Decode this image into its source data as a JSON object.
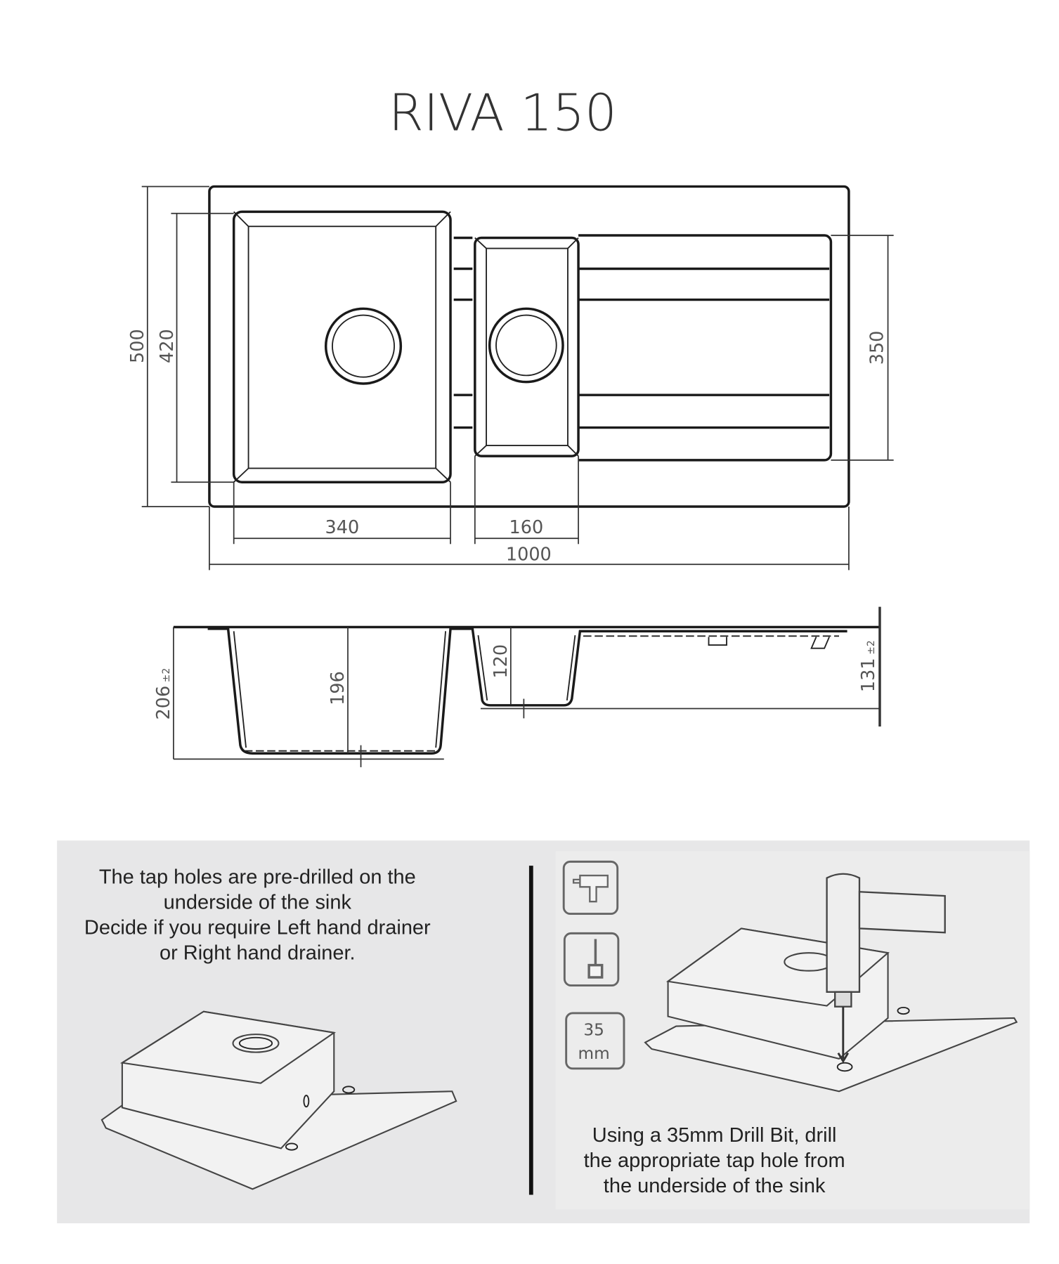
{
  "title": "RIVA 150",
  "top_view": {
    "dims": {
      "overall_depth": "500",
      "bowl_depth": "420",
      "half_bowl_depth": "350",
      "bowl_width": "340",
      "half_bowl_width": "160",
      "overall_width": "1000"
    }
  },
  "side_view": {
    "dims": {
      "overall_height": "206",
      "overall_height_tol": "±2",
      "bowl_height": "196",
      "half_bowl_height": "120",
      "drainer_height": "131",
      "drainer_height_tol": "±2"
    }
  },
  "instructions": {
    "left_lines": [
      "The tap holes are pre-drilled on the",
      "underside of the sink",
      "Decide if you require Left hand drainer",
      "or Right hand drainer."
    ],
    "right_lines": [
      "Using a 35mm Drill Bit, drill",
      "the appropriate tap hole from",
      "the underside of the sink"
    ],
    "icons": [
      "drill-icon",
      "drill-bit-icon",
      "size-35mm-icon"
    ],
    "size_value": "35",
    "size_unit": "mm"
  }
}
